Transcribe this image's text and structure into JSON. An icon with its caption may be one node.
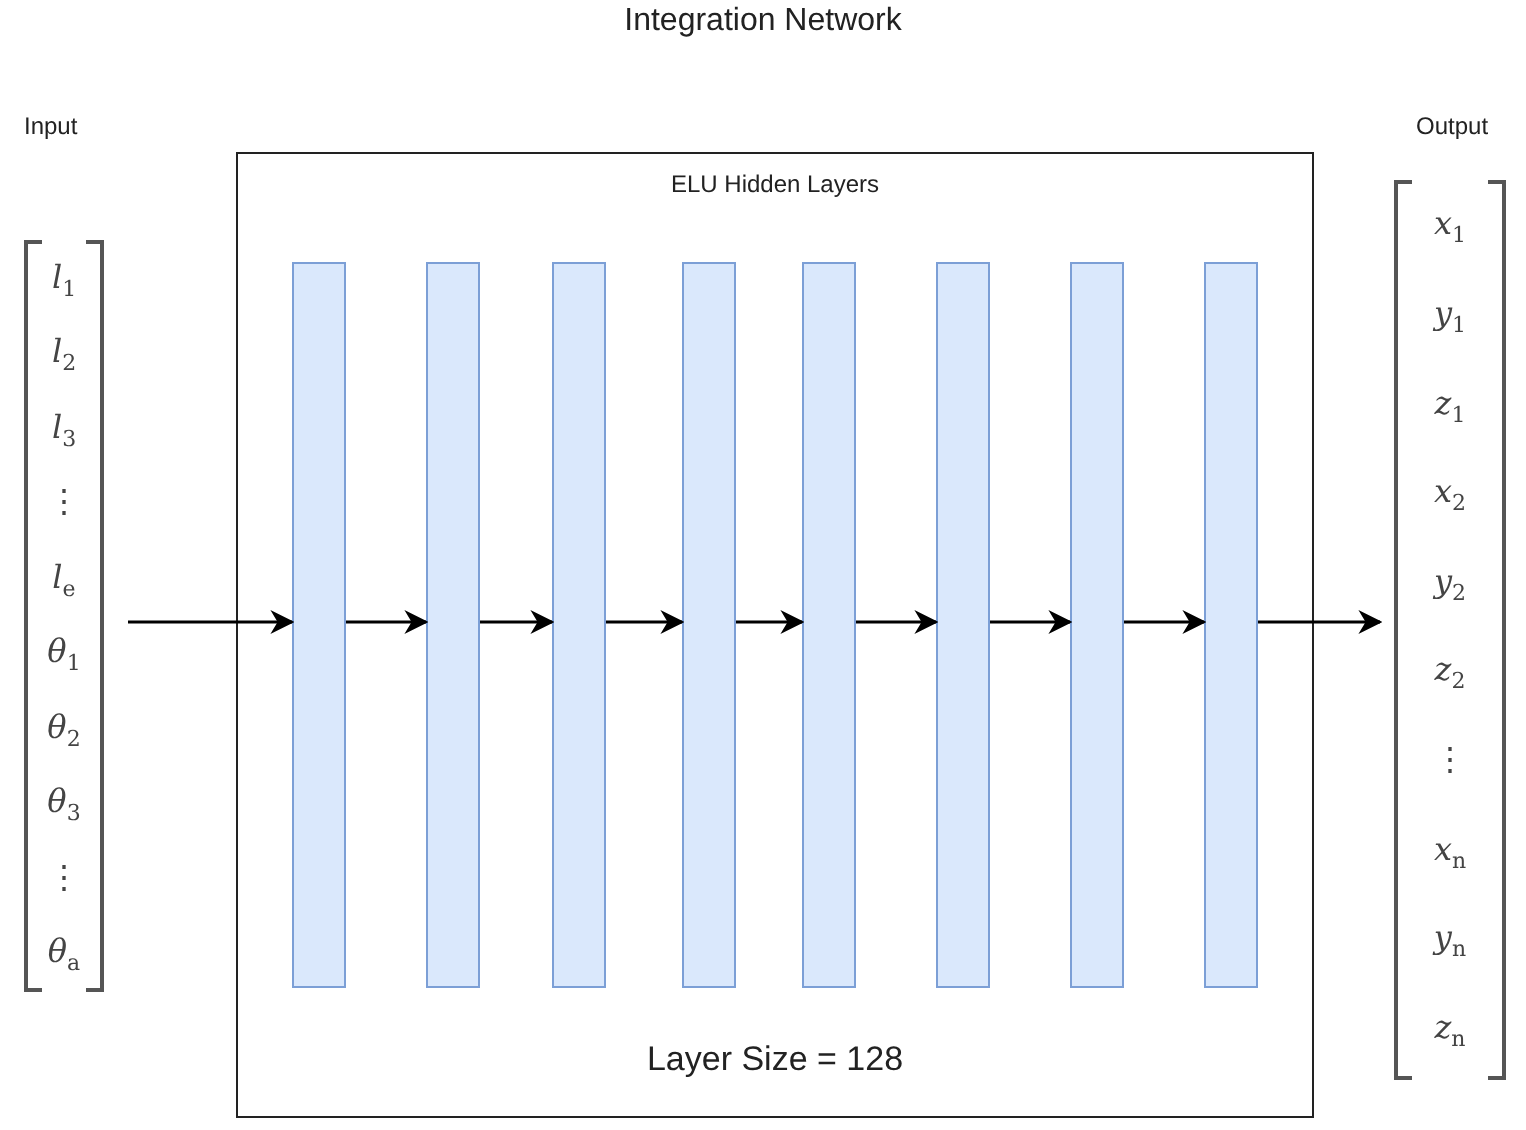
{
  "diagram": {
    "title": "Integration Network",
    "nodes": [
      {
        "text": [
          "Input",
          "*l*$_{1}$",
          "*l*$_{2}$",
          "*l*$_{3}$",
          "⋮",
          "*l*$_{e}$",
          "*θ*$_{1}$",
          "*θ*$_{2}$",
          "*θ*$_{3}$",
          "⋮",
          "*θ*$_{a}$"
        ]
      },
      {
        "text": [
          "ELU Hidden Layers",
          "Layer Size = 128"
        ]
      },
      {
        "text": [],
        "shape": "bar",
        "in": 1
      },
      {
        "text": [],
        "shape": "bar",
        "in": 1
      },
      {
        "text": [],
        "shape": "bar",
        "in": 1
      },
      {
        "text": [],
        "shape": "bar",
        "in": 1
      },
      {
        "text": [],
        "shape": "bar",
        "in": 1
      },
      {
        "text": [],
        "shape": "bar",
        "in": 1
      },
      {
        "text": [],
        "shape": "bar",
        "in": 1
      },
      {
        "text": [],
        "shape": "bar",
        "in": 1
      },
      {
        "text": [
          "Output",
          "*x*$_{1}$",
          "*y*$_{1}$",
          "*z*$_{1}$",
          "*x*$_{2}$",
          "*y*$_{2}$",
          "*z*$_{2}$",
          "⋮",
          "*x*$_{n}$",
          "*y*$_{n}$",
          "*z*$_{n}$"
        ]
      }
    ],
    "edges": [
      {
        "from": 0,
        "to": 2,
        "arrow": "to"
      },
      {
        "from": 2,
        "to": 3,
        "arrow": "to"
      },
      {
        "from": 3,
        "to": 4,
        "arrow": "to"
      },
      {
        "from": 4,
        "to": 5,
        "arrow": "to"
      },
      {
        "from": 5,
        "to": 6,
        "arrow": "to"
      },
      {
        "from": 6,
        "to": 7,
        "arrow": "to"
      },
      {
        "from": 7,
        "to": 8,
        "arrow": "to"
      },
      {
        "from": 8,
        "to": 9,
        "arrow": "to"
      },
      {
        "from": 9,
        "to": 10,
        "arrow": "to"
      }
    ]
  }
}
